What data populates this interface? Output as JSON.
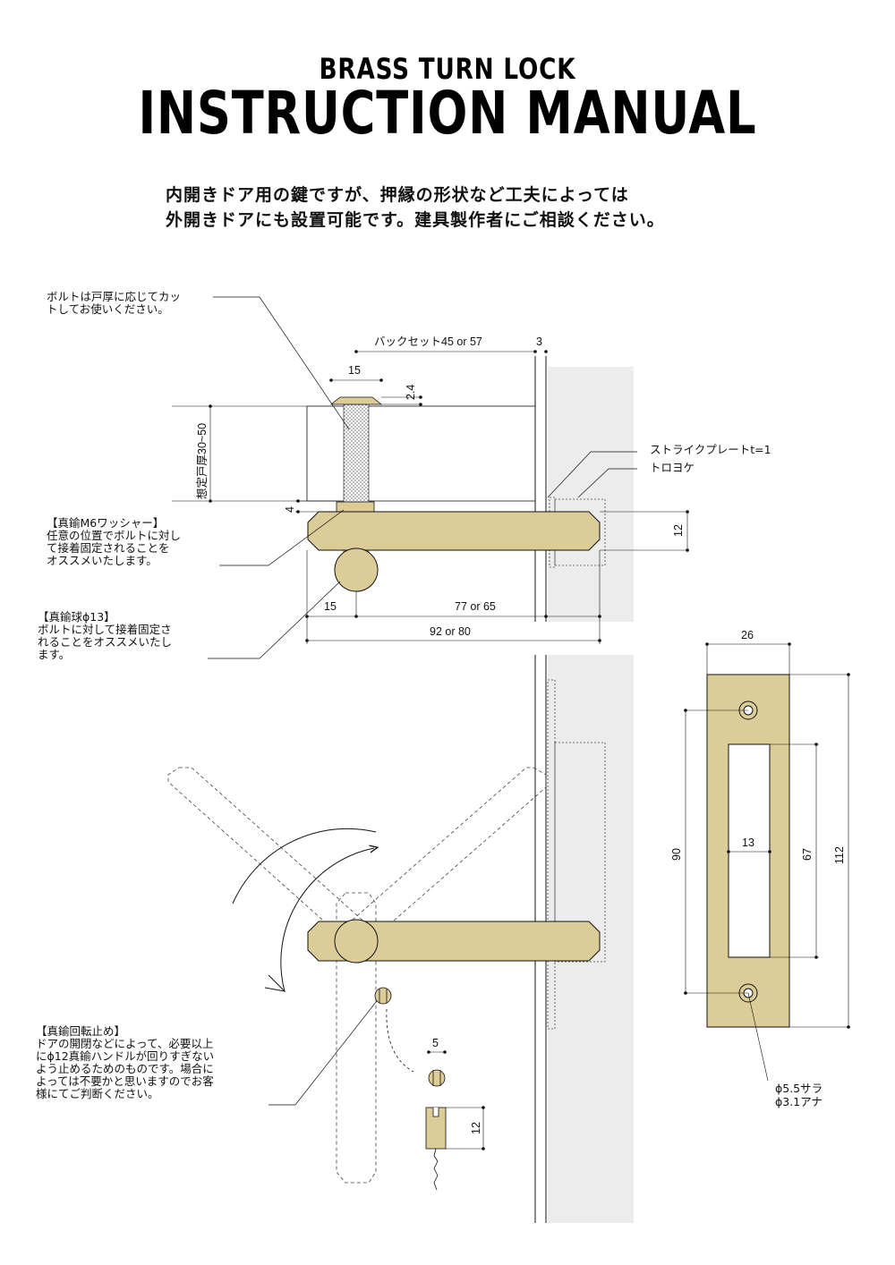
{
  "header": {
    "subtitle": "BRASS TURN LOCK",
    "title": "INSTRUCTION MANUAL"
  },
  "intro": {
    "line1": "内開きドア用の鍵ですが、押縁の形状など工夫によっては",
    "line2": "外開きドアにも設置可能です。建具製作者にご相談ください。"
  },
  "notes": {
    "bolt": [
      "ボルトは戸厚に応じてカッ",
      "トしてお使いください。"
    ],
    "washer": [
      "【真鍮M6ワッシャー】",
      "任意の位置でボルトに対し",
      "て接着固定されることを",
      "オススメいたします。"
    ],
    "ball": [
      "【真鍮球ϕ13】",
      "ボルトに対して接着固定さ",
      "れることをオススメいたし",
      "ます。"
    ],
    "stopper": [
      "【真鍮回転止め】",
      "ドアの開閉などによって、必要以上",
      "にϕ12真鍮ハンドルが回りすぎない",
      "よう止めるためのものです。場合に",
      "よっては不要かと思いますのでお客",
      "様にてご判断ください。"
    ],
    "strike_plate": "ストライクプレートt=1",
    "torokeke": "トロヨケ",
    "screw1": "ϕ5.5サラ",
    "screw2": "ϕ3.1アナ"
  },
  "dimensions": {
    "backset": "バックセット45 or 57",
    "three": "3",
    "fifteen_top": "15",
    "two_four": "2.4",
    "door_thickness": "想定戸厚30~50",
    "four": "4",
    "twelve_side": "12",
    "fifteen_bottom": "15",
    "seventy_seven": "77 or 65",
    "ninety_two": "92 or 80",
    "plate_width": "26",
    "plate_hole_pitch": "90",
    "plate_height": "112",
    "slot_height": "67",
    "slot_width": "13",
    "stopper_width": "5",
    "stopper_height": "12"
  },
  "colors": {
    "brass": "#dccd98",
    "wall": "#ececec",
    "line": "#111111"
  }
}
